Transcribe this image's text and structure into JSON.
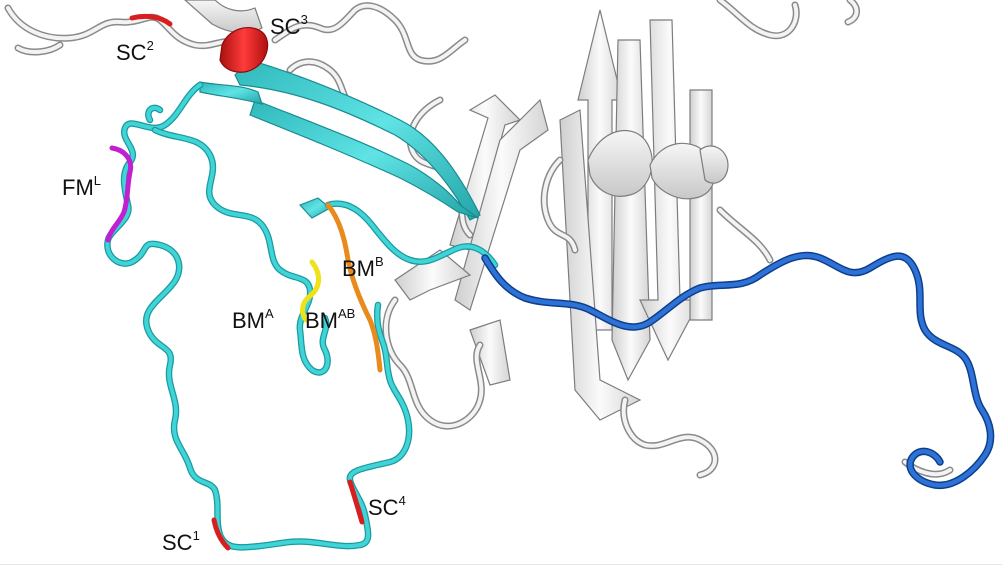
{
  "labels": {
    "sc1": {
      "main": "SC",
      "sup": "1"
    },
    "sc2": {
      "main": "SC",
      "sup": "2"
    },
    "sc3": {
      "main": "SC",
      "sup": "3"
    },
    "sc4": {
      "main": "SC",
      "sup": "4"
    },
    "fml": {
      "main": "FM",
      "sup": "L"
    },
    "bma": {
      "main": "BM",
      "sup": "A"
    },
    "bmab": {
      "main": "BM",
      "sup": "AB"
    },
    "bmb": {
      "main": "BM",
      "sup": "B"
    }
  },
  "colors": {
    "background": "#ffffff",
    "scaffold": "#e9e9e9",
    "loop_cyan": "#40d4d6",
    "tail_blue": "#2f72d6",
    "sc_red": "#d81e1e",
    "fm_magenta": "#c21fd0",
    "bma_yellow": "#f0e21a",
    "bmb_orange": "#e98a1c"
  }
}
